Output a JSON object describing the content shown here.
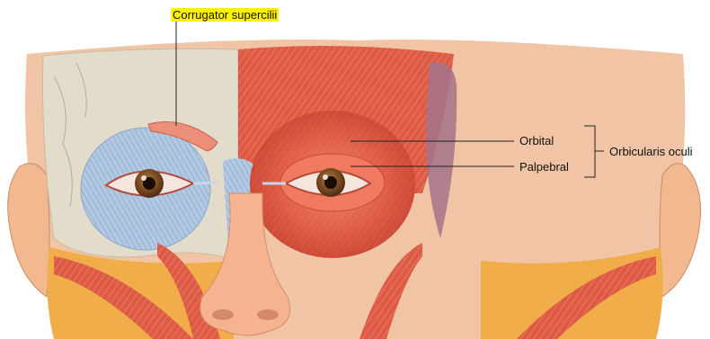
{
  "labels": {
    "corrugator": "Corrugator supercilii",
    "orbital": "Orbital",
    "palpebral": "Palpebral",
    "orbicularis": "Orbicularis oculi"
  },
  "colors": {
    "highlight": "#fff200",
    "skull": "#e4dccb",
    "muscle": "#d9533f",
    "muscle_light": "#ef8a6d",
    "blue_muscle": "#a9c3df",
    "skin": "#f2b48c",
    "fat": "#f1b04c",
    "iris": "#7a4a22",
    "leader_line": "#222222"
  },
  "icons": {
    "bracket": "right-brace"
  }
}
